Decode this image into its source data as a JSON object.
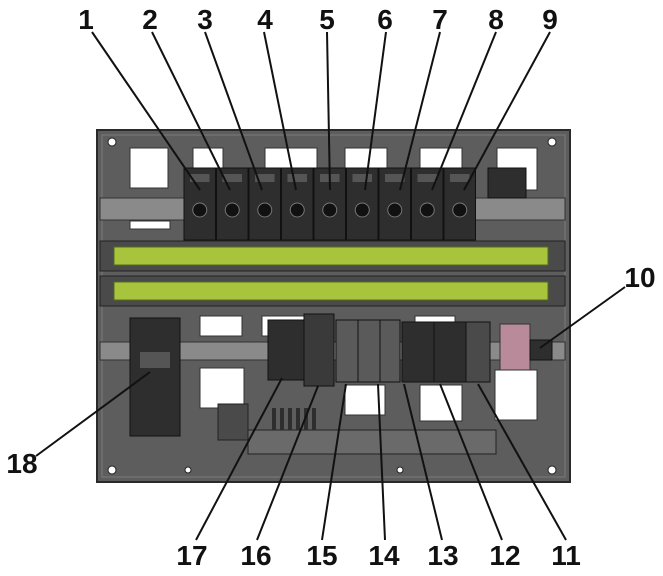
{
  "callouts": {
    "top": [
      "1",
      "2",
      "3",
      "4",
      "5",
      "6",
      "7",
      "8",
      "9"
    ],
    "right": "10",
    "bottom": [
      "11",
      "12",
      "13",
      "14",
      "15",
      "16",
      "17"
    ],
    "left": "18"
  },
  "colors": {
    "panel": "#5d5d5d",
    "panel_dark": "#3f3f3f",
    "rail": "#8a8a8a",
    "breaker": "#2e2e2e",
    "busbar": "#a8c43c",
    "background": "#ffffff"
  }
}
